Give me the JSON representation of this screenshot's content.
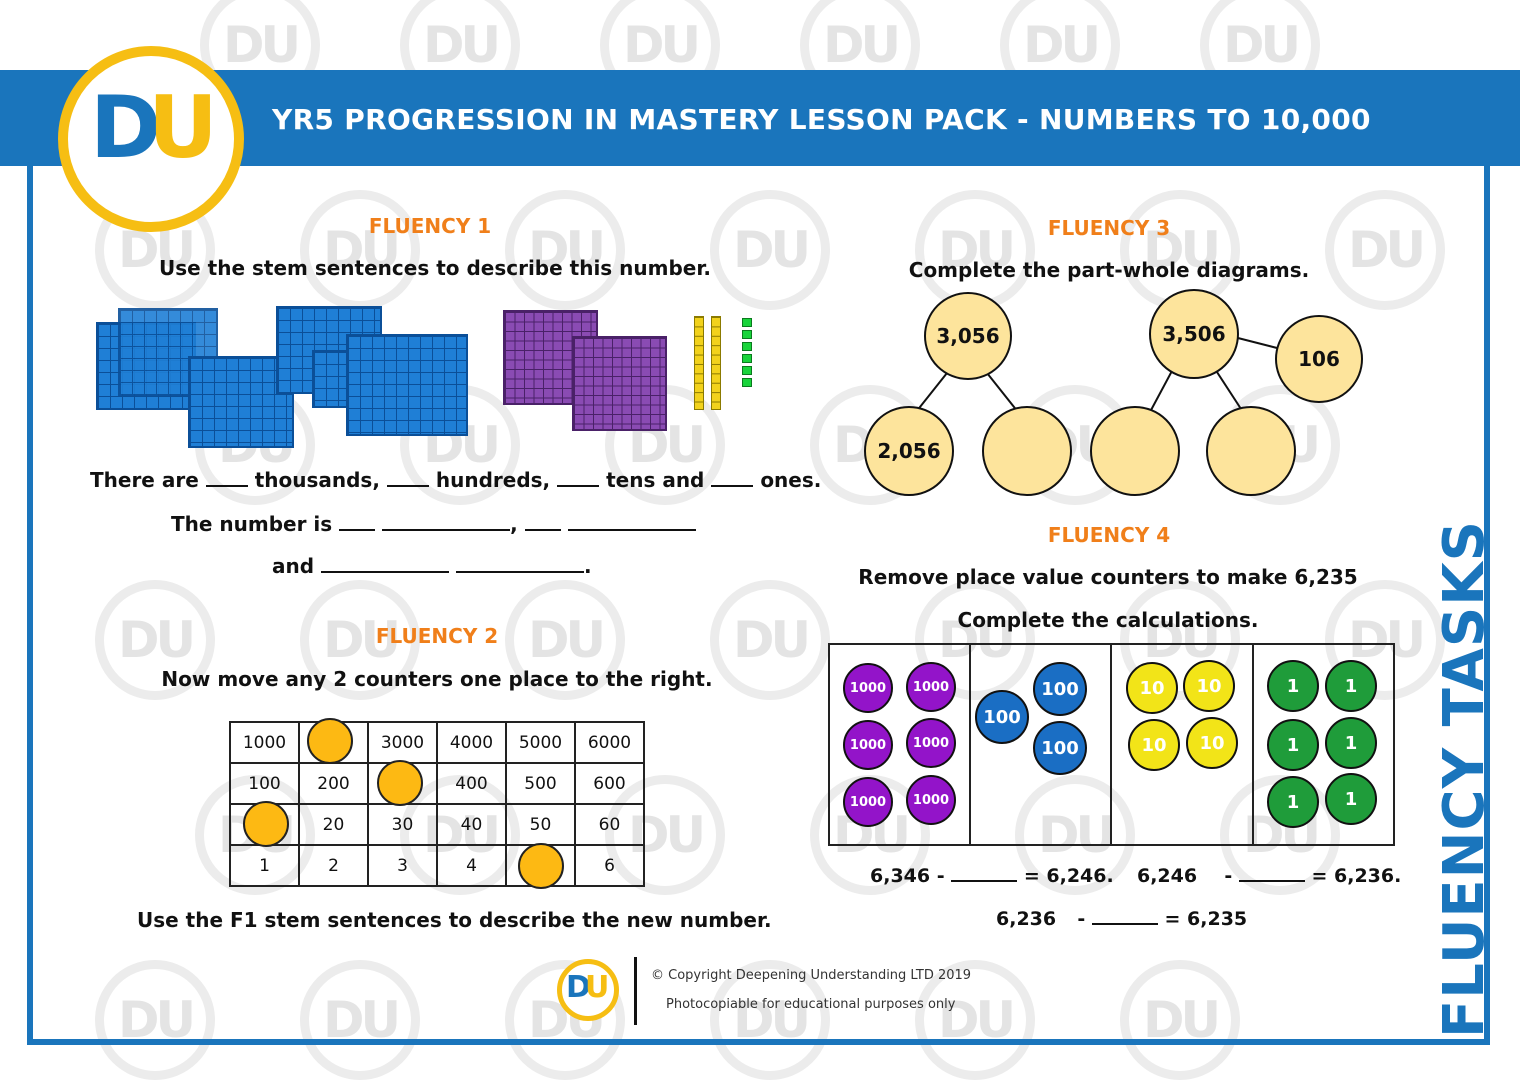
{
  "header": {
    "title": "YR5 PROGRESSION IN MASTERY LESSON PACK - NUMBERS TO 10,000",
    "logo_text_d": "D",
    "logo_text_u": "U"
  },
  "watermark_text": "DU",
  "fluency1": {
    "heading": "FLUENCY 1",
    "instruction": "Use the stem sentences to describe this number.",
    "stem1_a": "There are",
    "stem1_b": "thousands,",
    "stem1_c": "hundreds,",
    "stem1_d": "tens and",
    "stem1_e": "ones.",
    "stem2_a": "The number is",
    "stem2_comma": ",",
    "stem3_a": "and",
    "stem3_end": "."
  },
  "fluency2": {
    "heading": "FLUENCY 2",
    "instruction": "Now move any 2 counters one place to the right.",
    "table": [
      [
        "1000",
        "",
        "3000",
        "4000",
        "5000",
        "6000"
      ],
      [
        "100",
        "200",
        "",
        "400",
        "500",
        "600"
      ],
      [
        "",
        "20",
        "30",
        "40",
        "50",
        "60"
      ],
      [
        "1",
        "2",
        "3",
        "4",
        "",
        "6"
      ]
    ],
    "footer": "Use the F1 stem sentences to describe the new number."
  },
  "fluency3": {
    "heading": "FLUENCY 3",
    "instruction": "Complete the part-whole diagrams.",
    "diagram1": {
      "whole": "3,056",
      "part1": "2,056",
      "part2": ""
    },
    "diagram2": {
      "whole": "3,506",
      "extra": "106",
      "part1": "",
      "part2": ""
    }
  },
  "fluency4": {
    "heading": "FLUENCY 4",
    "instruction1": "Remove place value counters to make 6,235",
    "instruction2": "Complete the calculations.",
    "counters": {
      "thousands": "1000",
      "hundreds": "100",
      "tens": "10",
      "ones": "1"
    },
    "calc1_a": "6,346 -",
    "calc1_b": "= 6,246.",
    "calc2_a": "6,246",
    "calc2_minus": "-",
    "calc2_b": "= 6,236.",
    "calc3_a": "6,236",
    "calc3_minus": "-",
    "calc3_b": "= 6,235"
  },
  "side_title": "FLUENCY TASKS",
  "footer": {
    "copyright": "© Copyright Deepening Understanding LTD 2019",
    "note": "Photocopiable for educational purposes only"
  },
  "colors": {
    "brand_blue": "#1a75bc",
    "brand_yellow": "#f6be13",
    "heading_orange": "#f07f1a"
  }
}
